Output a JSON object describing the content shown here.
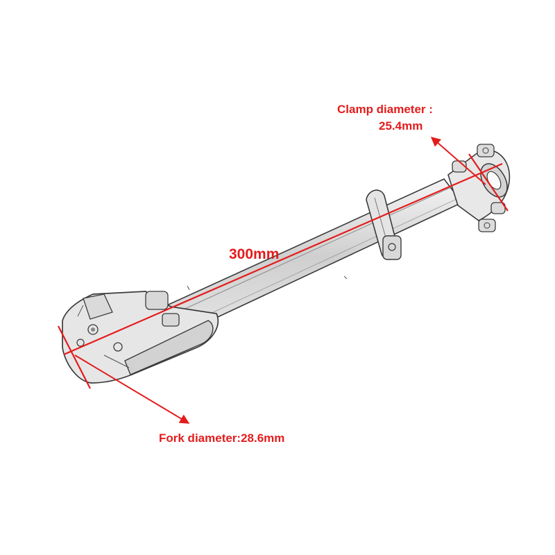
{
  "annotations": {
    "clamp_line1": "Clamp diameter :",
    "clamp_line2": "25.4mm",
    "length": "300mm",
    "fork": "Fork diameter:28.6mm"
  },
  "colors": {
    "annotation": "#e41c1c",
    "outline": "#3a3a3a",
    "shade": "#bdbdbd",
    "background": "#ffffff"
  },
  "icons": {
    "clamp_head": "stem-clamp-head-illustration",
    "fork_head": "fork-steerer-clamp-illustration"
  }
}
